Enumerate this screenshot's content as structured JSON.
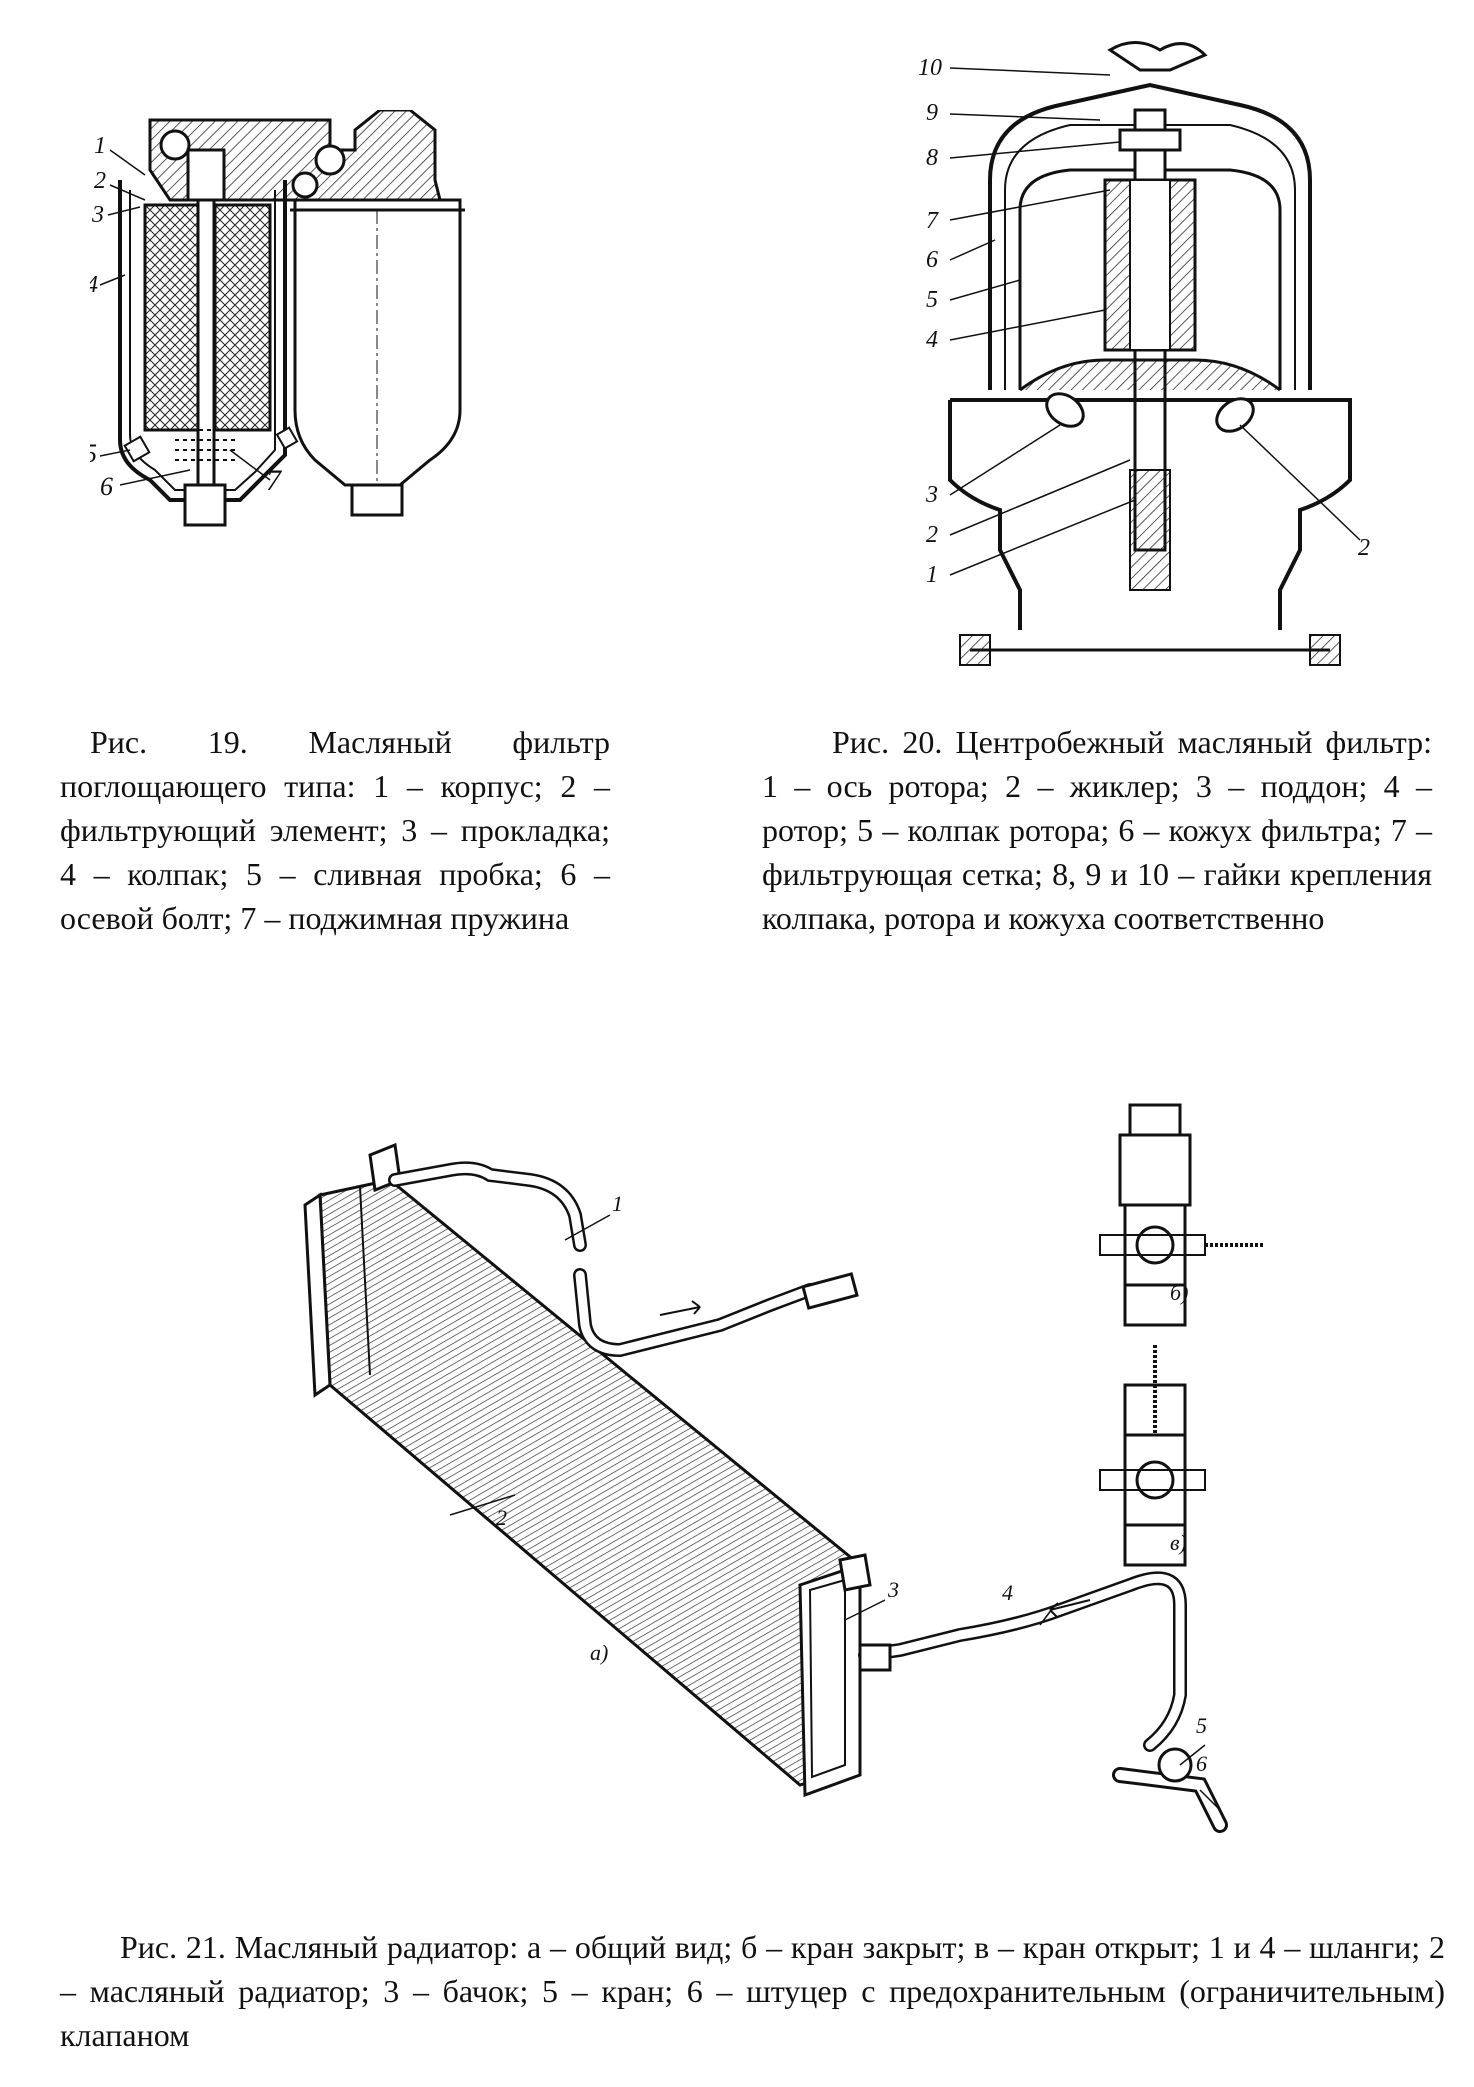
{
  "fig19": {
    "caption": "Рис. 19. Масляный фильтр поглощающего типа: 1 – корпус; 2 – фильтрующий элемент; 3 – прокладка; 4 – колпак; 5 – сливная пробка; 6 – осевой болт; 7 – поджимная пружина",
    "callouts": [
      "1",
      "2",
      "3",
      "4",
      "5",
      "6",
      "7"
    ]
  },
  "fig20": {
    "caption": "Рис. 20. Центробежный масляный фильтр: 1 – ось ротора; 2 – жиклер; 3 – поддон; 4 – ротор; 5 – колпак ротора; 6 – кожух фильтра; 7 – фильтрующая сетка; 8, 9 и 10 – гайки крепления колпака, ротора и кожуха соответственно",
    "callouts": [
      "10",
      "9",
      "8",
      "7",
      "6",
      "5",
      "4",
      "3",
      "2",
      "1",
      "2"
    ]
  },
  "fig21": {
    "caption": "Рис. 21. Масляный радиатор: а – общий вид; б – кран закрыт; в – кран открыт; 1 и 4 – шланги; 2 – масляный радиатор; 3 – бачок; 5 – кран; 6 – штуцер с предохранительным (ограничительным) клапаном",
    "callouts": [
      "1",
      "2",
      "3",
      "4",
      "5",
      "6"
    ],
    "view_labels": [
      "а)",
      "б)",
      "в)"
    ]
  }
}
